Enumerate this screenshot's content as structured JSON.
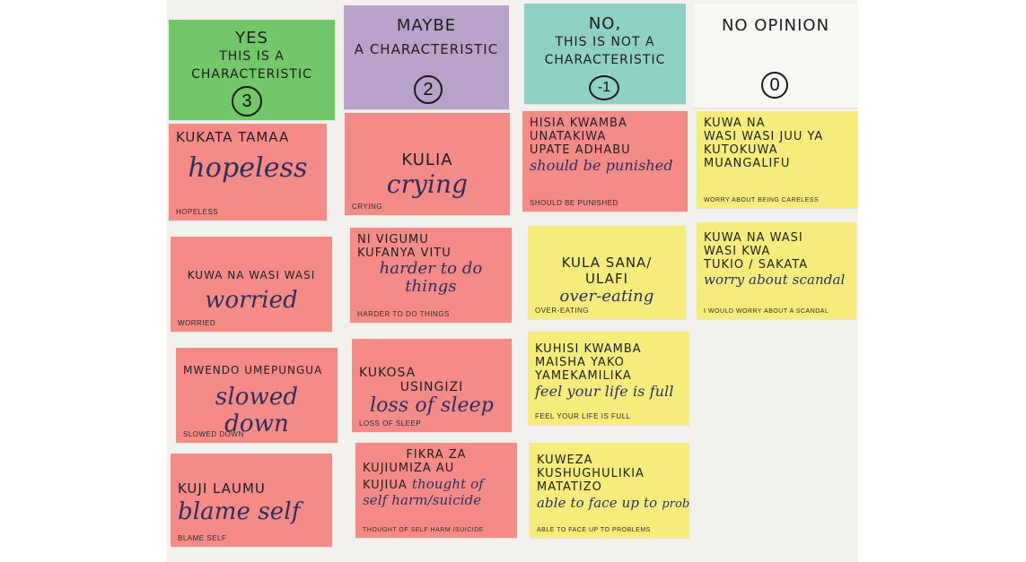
{
  "colors": {
    "green": "#73c66a",
    "purple": "#b8a2c9",
    "teal": "#8fd1c4",
    "white": "#f7f7f4",
    "pink": "#f58b86",
    "yellow": "#f6ec7c",
    "ink": "#2e2f5f"
  },
  "headers": {
    "yes": {
      "title": "YES",
      "line1": "THIS IS A",
      "line2": "CHARACTERISTIC",
      "score": "3"
    },
    "maybe": {
      "title": "MAYBE",
      "line1": "A CHARACTERISTIC",
      "score": "2"
    },
    "no": {
      "title": "NO,",
      "line1": "THIS IS NOT A",
      "line2": "CHARACTERISTIC",
      "score": "-1"
    },
    "noopinion": {
      "title": "NO OPINION",
      "score": "0"
    }
  },
  "cards": {
    "yes1": {
      "swahili": "KUKATA TAMAA",
      "english": "hopeless",
      "small": "HOPELESS"
    },
    "yes2": {
      "swahili": "KUWA NA WASI WASI",
      "english": "worried",
      "small": "WORRIED"
    },
    "yes3": {
      "swahili": "MWENDO UMEPUNGUA",
      "english": "slowed down",
      "small": "SLOWED DOWN"
    },
    "yes4": {
      "swahili": "KUJI LAUMU",
      "english": "blame self",
      "small": "BLAME SELF"
    },
    "maybe1": {
      "swahili": "KULIA",
      "english": "crying",
      "small": "CRYING"
    },
    "maybe2": {
      "swahili1": "NI VIGUMU",
      "swahili2": "KUFANYA VITU",
      "english1": "harder to do",
      "english2": "things",
      "small": "HARDER TO DO THINGS"
    },
    "maybe3": {
      "swahili1": "KUKOSA",
      "swahili2": "USINGIZI",
      "english": "loss of sleep",
      "small": "LOSS OF SLEEP"
    },
    "maybe4": {
      "swahili1": "FIKRA ZA",
      "swahili2": "KUJIUMIZA AU",
      "swahili3": "KUJIUA",
      "english1": "thought of",
      "english2": "self harm/suicide",
      "small": "THOUGHT OF SELF HARM /SUICIDE"
    },
    "no1": {
      "swahili1": "HISIA KWAMBA",
      "swahili2": "UNATAKIWA",
      "swahili3": "UPATE ADHABU",
      "english": "should be punished",
      "small": "SHOULD BE PUNISHED"
    },
    "no2": {
      "swahili1": "KULA SANA/",
      "swahili2": "ULAFI",
      "english": "over-eating",
      "small": "OVER-EATING"
    },
    "no3": {
      "swahili1": "KUHISI KWAMBA",
      "swahili2": "MAISHA YAKO",
      "swahili3": "YAMEKAMILIKA",
      "english": "feel your life is full",
      "small": "FEEL YOUR LIFE IS FULL"
    },
    "no4": {
      "swahili1": "KUWEZA",
      "swahili2": "KUSHUGHULIKIA",
      "swahili3": "MATATIZO",
      "english1": "able to face up to",
      "english2": "probs",
      "small": "ABLE TO FACE UP TO PROBLEMS"
    },
    "nop1": {
      "swahili1": "KUWA NA",
      "swahili2": "WASI WASI JUU YA",
      "swahili3": "KUTOKUWA",
      "swahili4": "MUANGALIFU",
      "small": "WORRY ABOUT BEING CARELESS"
    },
    "nop2": {
      "swahili1": "KUWA NA WASI",
      "swahili2": "WASI KWA",
      "swahili3": "TUKIO / SAKATA",
      "english": "worry about scandal",
      "small": "I WOULD WORRY ABOUT A SCANDAL"
    }
  }
}
